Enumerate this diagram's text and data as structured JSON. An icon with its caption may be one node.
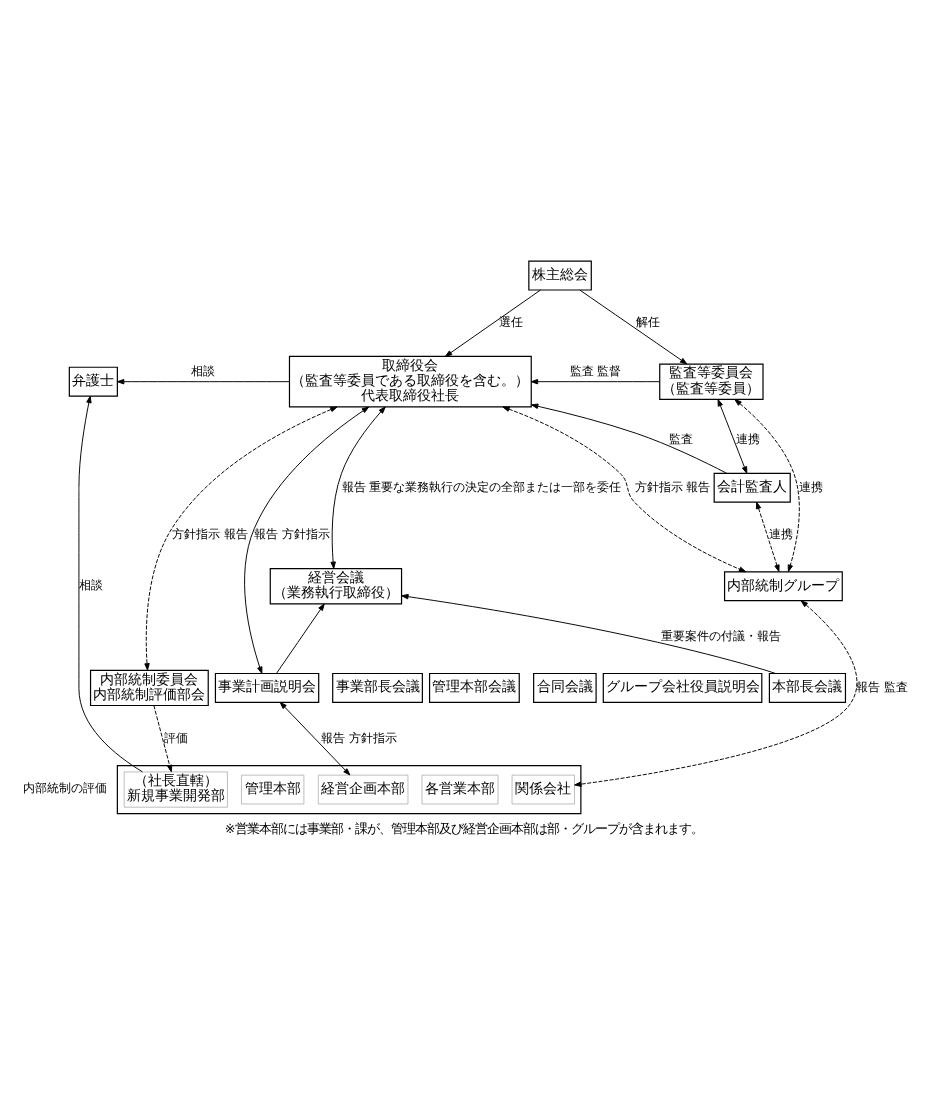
{
  "diagram": {
    "caption": "※営業本部には事業部・課が、管理本部及び経営企画本部は部・グループが含まれます。",
    "nodes": [
      {
        "text": [
          "株主総会"
        ]
      },
      {
        "text": [
          "取締役会",
          "（監査等委員である取締役を含む。）",
          "代表取締役社長"
        ]
      },
      {
        "text": [
          "監査等委員会",
          "（監査等委員）"
        ]
      },
      {
        "text": [
          "弁護士"
        ]
      },
      {
        "text": [
          "会計監査人"
        ]
      },
      {
        "text": [
          "経営会議",
          "（業務執行取締役）"
        ]
      },
      {
        "text": [
          "内部統制グループ"
        ]
      },
      {
        "text": [
          "本部長会議"
        ]
      },
      {
        "text": [
          "内部統制委員会",
          "内部統制評価部会"
        ]
      },
      {
        "text": [
          "管理本部会議"
        ]
      },
      {
        "text": [
          "合同会議"
        ]
      },
      {
        "text": [
          "事業計画説明会"
        ]
      },
      {
        "text": [
          "事業部長会議"
        ]
      },
      {
        "text": [
          "グループ会社役員説明会"
        ]
      },
      {
        "text": [],
        "shape": "box"
      },
      {
        "text": [
          "（社長直轄）",
          "新規事業開発部"
        ],
        "in": 14
      },
      {
        "text": [
          "管理本部"
        ],
        "in": 14
      },
      {
        "text": [
          "経営企画本部"
        ],
        "in": 14
      },
      {
        "text": [
          "各営業本部"
        ],
        "in": 14
      },
      {
        "text": [
          "関係会社"
        ],
        "in": 14
      }
    ],
    "edges": [
      {
        "from": 0,
        "to": 1,
        "arrow": "to",
        "label": "選任"
      },
      {
        "from": 0,
        "to": 2,
        "arrow": "to",
        "label": "解任"
      },
      {
        "from": 1,
        "to": 3,
        "arrow": "to",
        "label": "相談"
      },
      {
        "from": 2,
        "to": 1,
        "arrow": "to",
        "label": "監査 監督"
      },
      {
        "from": 2,
        "to": 4,
        "arrow": "both",
        "label": "連携"
      },
      {
        "from": 4,
        "to": 1,
        "arrow": "to",
        "label": "監査"
      },
      {
        "from": 15,
        "to": 3,
        "arrow": "to",
        "label": "相談"
      },
      {
        "from": 1,
        "to": 8,
        "arrow": "both",
        "label": "方針指示 報告",
        "style": "dashed"
      },
      {
        "from": 6,
        "to": 1,
        "arrow": "both",
        "label": "方針指示 報告",
        "style": "dashed"
      },
      {
        "from": 4,
        "to": 6,
        "arrow": "both",
        "label": "連携",
        "style": "dashed"
      },
      {
        "from": 2,
        "to": 6,
        "arrow": "both",
        "label": "連携",
        "style": "dashed"
      },
      {
        "from": 1,
        "to": 5,
        "arrow": "both",
        "label": "報告 重要な業務執行の決定の全部または一部を委任"
      },
      {
        "from": 7,
        "to": 5,
        "arrow": "to",
        "label": "重要案件の付議・報告"
      },
      {
        "from": 1,
        "to": 11,
        "arrow": "both",
        "label": "報告 方針指示"
      },
      {
        "from": 11,
        "to": 5,
        "arrow": "to"
      },
      {
        "from": 8,
        "to": 15,
        "arrow": "to",
        "label": "評価",
        "style": "dashed"
      },
      {
        "from": 11,
        "to": 17,
        "arrow": "both",
        "label": "報告 方針指示"
      },
      {
        "from": 6,
        "to": 19,
        "arrow": "both",
        "label": "報告 監査",
        "style": "dashed"
      }
    ],
    "labels": [
      "内部統制の評価"
    ]
  }
}
